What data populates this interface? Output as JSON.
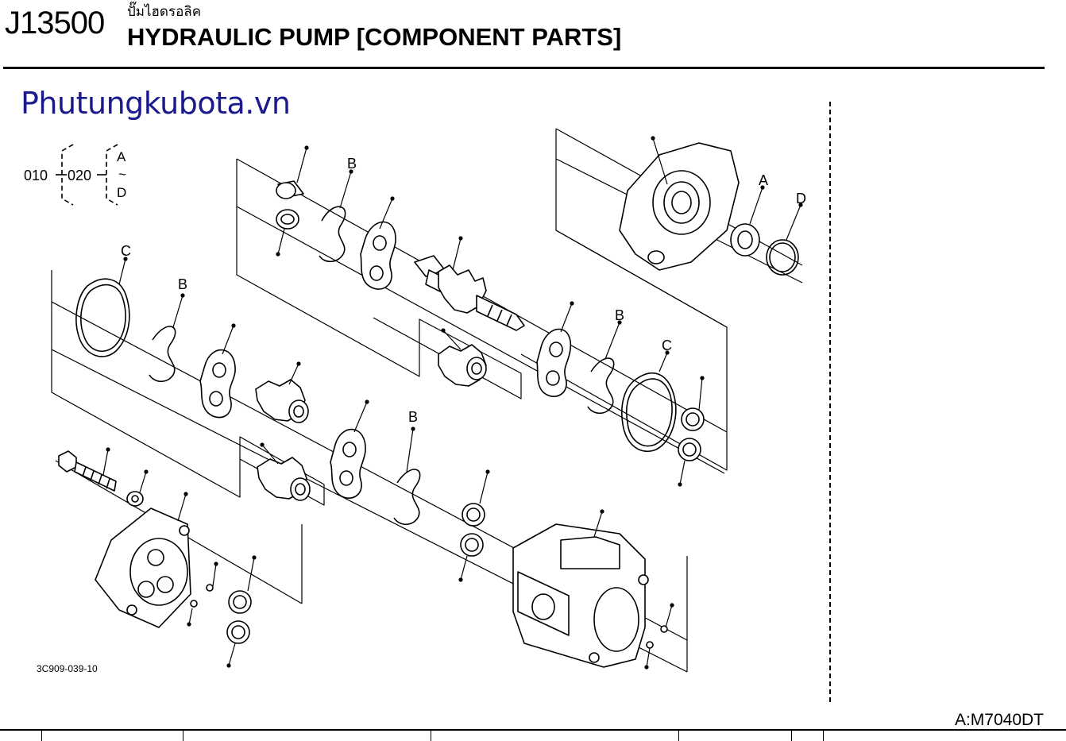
{
  "header": {
    "code": "J13500",
    "title_thai": "ปั๊มไฮดรอลิค",
    "title": "HYDRAULIC PUMP [COMPONENT PARTS]"
  },
  "watermark": "Phutungkubota.vn",
  "legend": {
    "ref_a": "010",
    "ref_b": "020",
    "range_start": "A",
    "range_sep": "~",
    "range_end": "D"
  },
  "callouts": {
    "a": "A",
    "b": "B",
    "c": "C",
    "d": "D"
  },
  "drawing_number": "3C909-039-10",
  "model_code": "A:M7040DT"
}
